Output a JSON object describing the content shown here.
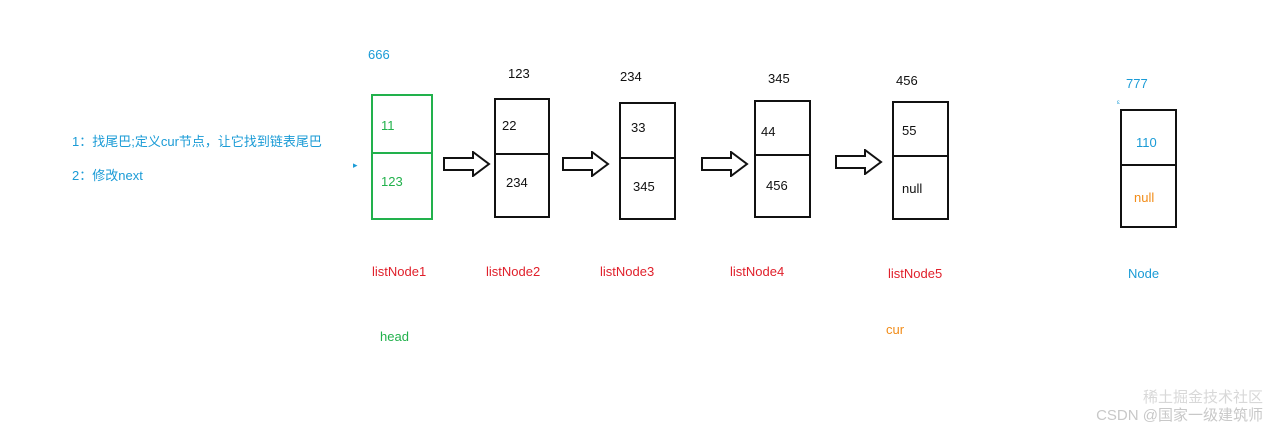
{
  "notes": {
    "step1": "1：找尾巴;定义cur节点，让它找到链表尾巴",
    "step2": "2：修改next"
  },
  "nodes": [
    {
      "address": "666",
      "value": "11",
      "next": "123",
      "name": "listNode1"
    },
    {
      "address": "123",
      "value": "22",
      "next": "234",
      "name": "listNode2"
    },
    {
      "address": "234",
      "value": "33",
      "next": "345",
      "name": "listNode3"
    },
    {
      "address": "345",
      "value": "44",
      "next": "456",
      "name": "listNode4"
    },
    {
      "address": "456",
      "value": "55",
      "next": "null",
      "name": "listNode5"
    },
    {
      "address": "777",
      "value": "110",
      "next": "null",
      "name": "Node"
    }
  ],
  "pointers": {
    "head": "head",
    "cur": "cur"
  },
  "watermark": "CSDN @国家一级建筑师",
  "watermark_overlay": "稀土掘金技术社区",
  "colors": {
    "green": "#22b14c",
    "red": "#e0202b",
    "blue": "#1a9bd6",
    "orange": "#f28c18",
    "black": "#111111"
  }
}
